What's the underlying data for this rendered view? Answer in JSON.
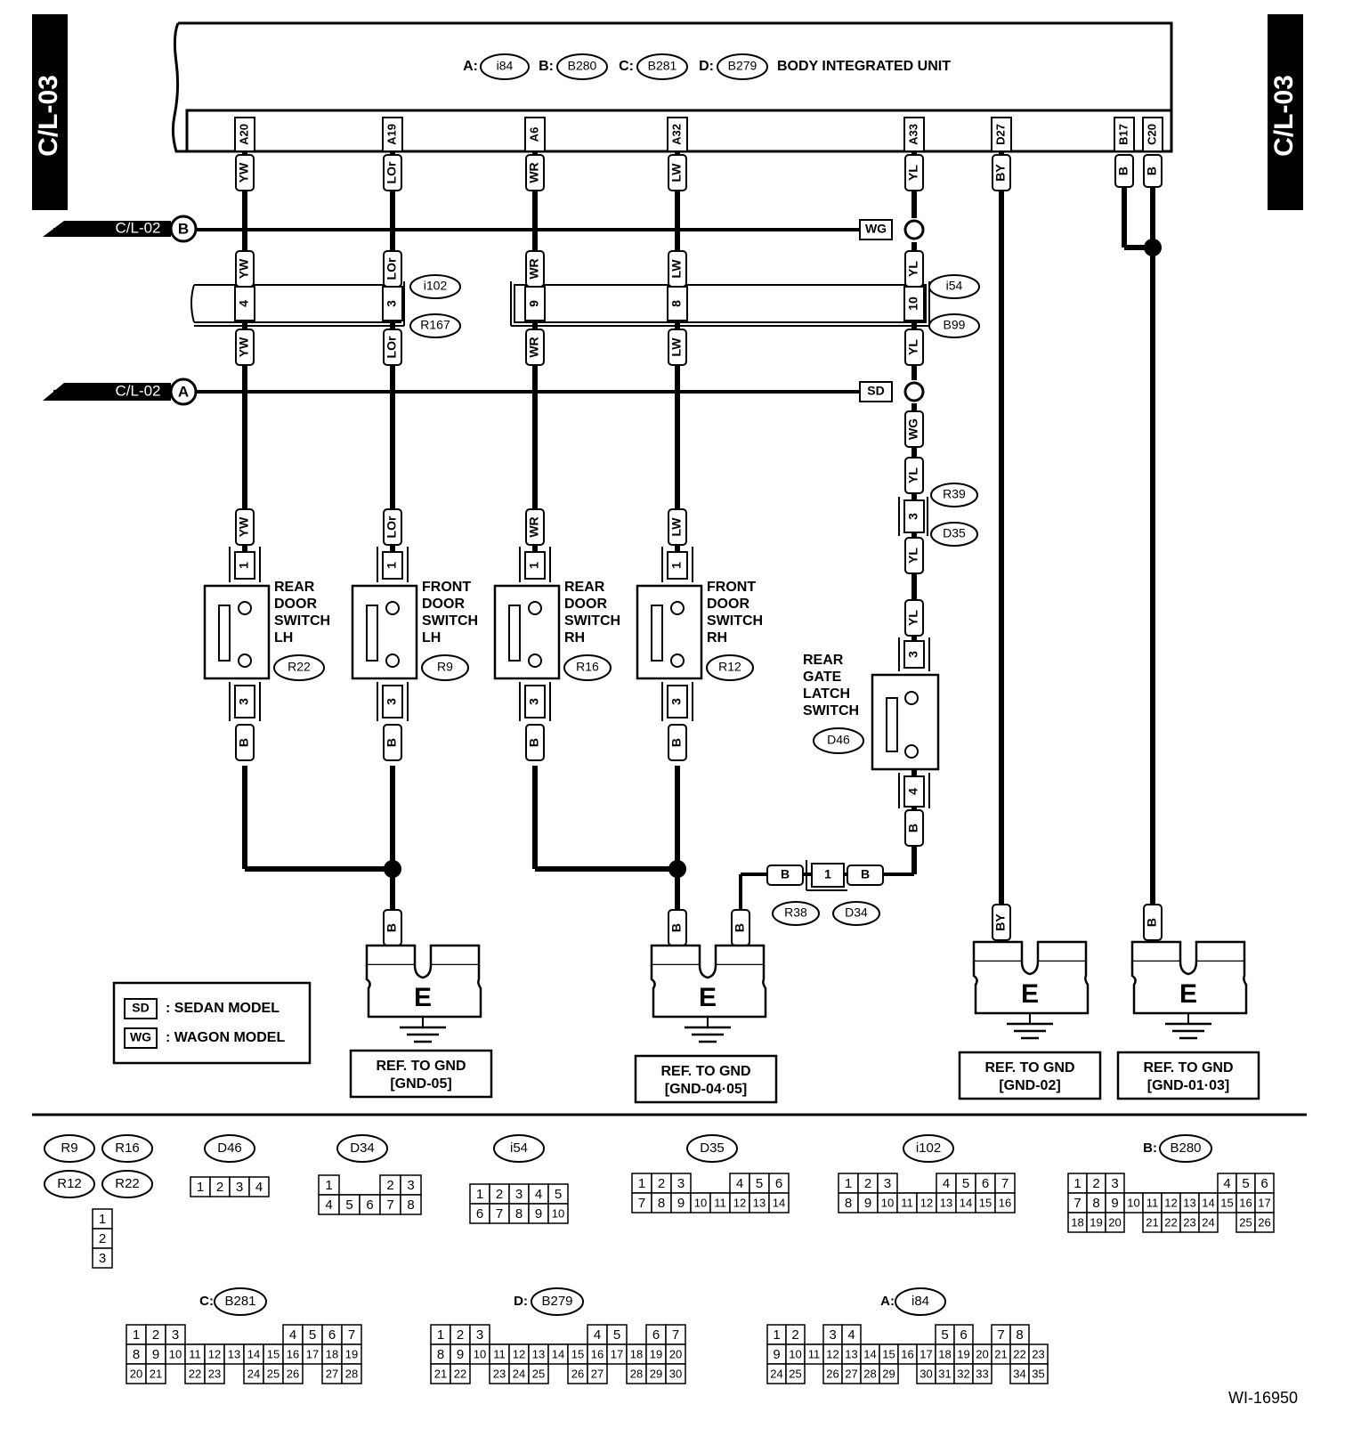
{
  "page_label_left": "C/L-03",
  "page_label_right": "C/L-03",
  "bcm": {
    "title": "BODY INTEGRATED UNIT",
    "connectors": [
      {
        "prefix": "A:",
        "id": "i84"
      },
      {
        "prefix": "B:",
        "id": "B280"
      },
      {
        "prefix": "C:",
        "id": "B281"
      },
      {
        "prefix": "D:",
        "id": "B279"
      }
    ],
    "pins": [
      "A20",
      "A19",
      "A6",
      "A32",
      "A33",
      "D27",
      "B17",
      "C20"
    ]
  },
  "refs": {
    "b_label": "C/L-02",
    "b_letter": "B",
    "a_label": "C/L-02",
    "a_letter": "A"
  },
  "wire_colors": {
    "w1": "YW",
    "w2": "LOr",
    "w3": "WR",
    "w4": "LW",
    "w5": "YL",
    "w6": "BY",
    "b": "B",
    "wg": "WG",
    "sd": "SD"
  },
  "inline_connectors": {
    "left_top": "i102",
    "left_bottom": "R167",
    "right_top": "i54",
    "right_bottom": "B99",
    "pins_left": [
      "4",
      "3"
    ],
    "pins_right": [
      "9",
      "8",
      "10"
    ],
    "r39": "R39",
    "d35": "D35",
    "d35_pin": "3",
    "r38": "R38",
    "d34": "D34",
    "r38_pin": "1"
  },
  "switches": [
    {
      "line1": "REAR",
      "line2": "DOOR",
      "line3": "SWITCH",
      "line4": "LH",
      "conn": "R22",
      "pin_top": "1",
      "pin_bottom": "3"
    },
    {
      "line1": "FRONT",
      "line2": "DOOR",
      "line3": "SWITCH",
      "line4": "LH",
      "conn": "R9",
      "pin_top": "1",
      "pin_bottom": "3"
    },
    {
      "line1": "REAR",
      "line2": "DOOR",
      "line3": "SWITCH",
      "line4": "RH",
      "conn": "R16",
      "pin_top": "1",
      "pin_bottom": "3"
    },
    {
      "line1": "FRONT",
      "line2": "DOOR",
      "line3": "SWITCH",
      "line4": "RH",
      "conn": "R12",
      "pin_top": "1",
      "pin_bottom": "3"
    }
  ],
  "latch": {
    "line1": "REAR",
    "line2": "GATE",
    "line3": "LATCH",
    "line4": "SWITCH",
    "conn": "D46",
    "pin_top": "3",
    "pin_bottom": "4"
  },
  "grounds": [
    {
      "letter": "E",
      "ref": "REF. TO GND",
      "id": "[GND-05]"
    },
    {
      "letter": "E",
      "ref": "REF. TO GND",
      "id": "[GND-04·05]"
    },
    {
      "letter": "E",
      "ref": "REF. TO GND",
      "id": "[GND-02]"
    },
    {
      "letter": "E",
      "ref": "REF. TO GND",
      "id": "[GND-01·03]"
    }
  ],
  "legend": {
    "sd_code": "SD",
    "sd_text": ": SEDAN MODEL",
    "wg_code": "WG",
    "wg_text": ": WAGON MODEL"
  },
  "connector_views": {
    "r9": "R9",
    "r16": "R16",
    "r12": "R12",
    "r22": "R22",
    "d46": "D46",
    "d34": "D34",
    "i54": "i54",
    "d35": "D35",
    "i102": "i102",
    "b280_prefix": "B:",
    "b280": "B280",
    "b281_prefix": "C:",
    "b281": "B281",
    "b279_prefix": "D:",
    "b279": "B279",
    "i84_prefix": "A:",
    "i84": "i84",
    "small3": [
      [
        "1"
      ],
      [
        "2"
      ],
      [
        "3"
      ]
    ],
    "d46_grid": [
      [
        "1",
        "2",
        "3",
        "4"
      ]
    ],
    "d34_grid": [
      [
        "1",
        "",
        "",
        "2",
        "3"
      ],
      [
        "4",
        "5",
        "6",
        "7",
        "8"
      ]
    ],
    "i54_grid": [
      [
        "1",
        "2",
        "3",
        "4",
        "5"
      ],
      [
        "6",
        "7",
        "8",
        "9",
        "10"
      ]
    ],
    "d35_grid": [
      [
        "1",
        "2",
        "3",
        "",
        "",
        "4",
        "5",
        "6"
      ],
      [
        "7",
        "8",
        "9",
        "10",
        "11",
        "12",
        "13",
        "14"
      ]
    ],
    "i102_grid": [
      [
        "1",
        "2",
        "3",
        "",
        "",
        "4",
        "5",
        "6",
        "7"
      ],
      [
        "8",
        "9",
        "10",
        "11",
        "12",
        "13",
        "14",
        "15",
        "16"
      ]
    ],
    "b280_grid": [
      [
        "1",
        "2",
        "3",
        "",
        "",
        "",
        "",
        "",
        "4",
        "5",
        "6"
      ],
      [
        "7",
        "8",
        "9",
        "10",
        "11",
        "12",
        "13",
        "14",
        "15",
        "16",
        "17"
      ],
      [
        "18",
        "19",
        "20",
        "",
        "21",
        "22",
        "23",
        "24",
        "",
        "25",
        "26"
      ]
    ],
    "b281_grid": [
      [
        "1",
        "2",
        "3",
        "",
        "",
        "",
        "",
        "",
        "4",
        "5",
        "6",
        "7"
      ],
      [
        "8",
        "9",
        "10",
        "11",
        "12",
        "13",
        "14",
        "15",
        "16",
        "17",
        "18",
        "19"
      ],
      [
        "20",
        "21",
        "",
        "22",
        "23",
        "",
        "24",
        "25",
        "26",
        "",
        "27",
        "28"
      ]
    ],
    "b279_grid": [
      [
        "1",
        "2",
        "3",
        "",
        "",
        "",
        "",
        "",
        "4",
        "5",
        "",
        "6",
        "7"
      ],
      [
        "8",
        "9",
        "10",
        "11",
        "12",
        "13",
        "14",
        "15",
        "16",
        "17",
        "18",
        "19",
        "20"
      ],
      [
        "21",
        "22",
        "",
        "23",
        "24",
        "25",
        "",
        "26",
        "27",
        "",
        "28",
        "29",
        "30"
      ]
    ],
    "i84_grid": [
      [
        "1",
        "2",
        "",
        "3",
        "4",
        "",
        "",
        "",
        "",
        "5",
        "6",
        "",
        "7",
        "8"
      ],
      [
        "9",
        "10",
        "11",
        "12",
        "13",
        "14",
        "15",
        "16",
        "17",
        "18",
        "19",
        "20",
        "21",
        "22",
        "23"
      ],
      [
        "24",
        "25",
        "",
        "26",
        "27",
        "28",
        "29",
        "",
        "30",
        "31",
        "32",
        "33",
        "",
        "34",
        "35"
      ]
    ]
  },
  "figure_id": "WI-16950"
}
